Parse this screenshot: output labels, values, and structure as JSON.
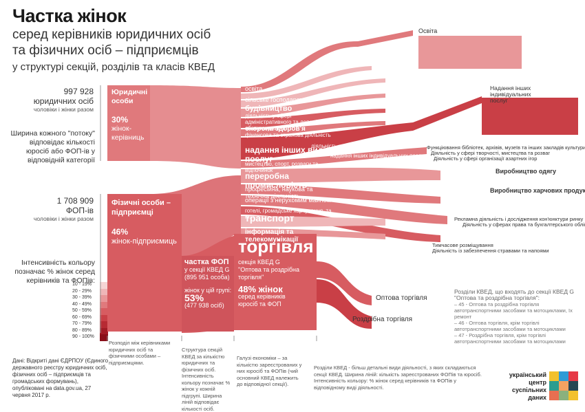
{
  "title": "Частка жінок",
  "subtitle_lines": [
    "серед керівників юридичних осіб",
    "та фізичних осіб – підприємців",
    "у структурі секцій, розділів та класів КВЕД"
  ],
  "legal": {
    "count": "997 928",
    "label": "юридичних осіб",
    "note": "чоловіки і жінки разом",
    "box_title": "Юридичні особи",
    "pct": "30%",
    "pct_text": "жінок-керівниць"
  },
  "width_note": "Ширина кожного \"потоку\" відповідає кількості юросіб або ФОП-ів у відповідній категорії",
  "fop": {
    "count": "1 708 909",
    "label": "ФОП-ів",
    "note": "чоловіки і жінки разом",
    "box_title": "Фізичні особи – підприємці",
    "pct": "46%",
    "pct_text": "жінок-підприємиць"
  },
  "color_legend": {
    "title": "Інтенсивність кольору позначає % жінок серед керівників та ФОПів:",
    "items": [
      {
        "label": "10 - 19%",
        "color": "#f6d4d4"
      },
      {
        "label": "20 - 29%",
        "color": "#efb6b8"
      },
      {
        "label": "30 - 39%",
        "color": "#e89799"
      },
      {
        "label": "40 - 49%",
        "color": "#e0797c"
      },
      {
        "label": "50 - 59%",
        "color": "#d75c61"
      },
      {
        "label": "60 - 69%",
        "color": "#c93f46"
      },
      {
        "label": "70 - 79%",
        "color": "#b72a33"
      },
      {
        "label": "80 - 89%",
        "color": "#a11b25"
      },
      {
        "label": "90 - 100%",
        "color": "#8a0f19"
      }
    ]
  },
  "fop_share": {
    "title": "частка ФОП",
    "line1": "у секції КВЕД G",
    "line2": "(895 951 особа)",
    "line3": "жінок у цій групі:",
    "pct": "53%",
    "line4": "(477 938 осіб)"
  },
  "trade": {
    "title": "торгівля",
    "line1": "секція КВЕД G",
    "line2": "\"Оптова та роздрібна торгівля\"",
    "pct": "48% жінок",
    "line3": "серед керівників",
    "line4": "юросіб та ФОП"
  },
  "sections": [
    {
      "label": "освіта",
      "color": "#e0797c"
    },
    {
      "label": "сільське господарство",
      "color": "#efb6b8"
    },
    {
      "label": "будівництво",
      "color": "#efb6b8"
    },
    {
      "label": "діяльність у сфері адміністративного та допоміжного обслуговування",
      "color": "#e89799"
    },
    {
      "label": "охорона здоров'я",
      "color": "#d75c61"
    },
    {
      "label": "фінансова та страхова діяльність",
      "color": "#e0797c"
    },
    {
      "label": "надання інших видів послуг",
      "color": "#c93f46"
    },
    {
      "label": "мистецтво, спорт, розваги та відпочинок",
      "color": "#e0797c"
    },
    {
      "label": "переробна промисловість",
      "color": "#e89799"
    },
    {
      "label": "професійна, наукова та технічна діяльність",
      "color": "#e0797c"
    },
    {
      "label": "операції з нерухомим майном",
      "color": "#e0797c"
    },
    {
      "label": "готелі, громадське харчування, та ін.",
      "color": "#d75c61"
    },
    {
      "label": "транспорт",
      "color": "#efb6b8"
    },
    {
      "label": "інформація та телекомунікації",
      "color": "#e89799"
    }
  ],
  "education_box": {
    "title": "Освіта"
  },
  "services_box": {
    "title": "Надання інших індивідуальних послуг"
  },
  "right_labels": [
    {
      "label": "Функціювання бібліотек, архівів, музеїв та інших закладів культури"
    },
    {
      "label": "Діяльність у сфері творчості, мистецтва та розваг"
    },
    {
      "label": "Діяльність у сфері організації азартних ігор"
    },
    {
      "label": "Виробництво одягу"
    },
    {
      "label": "Виробництво харчових продуктів"
    },
    {
      "label": "Рекламна діяльність і дослідження кон'юнктури ринку"
    },
    {
      "label": "Діяльність у сферах права та бухгалтерського обліку"
    },
    {
      "label": "Тимчасове розміщування"
    },
    {
      "label": "Діяльність із забезпечення стравами та напоями"
    }
  ],
  "sub_labels": [
    {
      "label": "діяльність громадських організацій"
    },
    {
      "label": "надання інших індивідуальних послуг"
    }
  ],
  "wholesale": "Оптова торгівля",
  "retail": "Роздрібна торгівля",
  "kved_note": {
    "title": "Розділи КВЕД, що входять до секції КВЕД G \"Оптова та роздрібна торгівля\":",
    "items": [
      "– 45 - Оптова та роздрібна торгівля автотранспортними засобами та мотоциклами, їх ремонт",
      "– 46 - Оптова торгівля, крім торгівлі автотранспортними засобами та мотоциклами",
      "– 47 - Роздрібна торгівля, крім торгівлі автотранспортними засобами та мотоциклами"
    ]
  },
  "notes": [
    "Розподіл між керівниками юридичних осіб та фізичними особами – підприємцями.",
    "Структура секцій КВЕД за кількістю юридичних та фізичних осіб. Інтенсивність кольору позначає % жінок у кожній підгрупі. Ширина ліній відповідає кількості осіб.",
    "Галузі економіки – за кількістю зареєстрованих у них юросіб та ФОПів (чий основний КВЕД належить до відповідної секції).",
    "Розділи КВЕД - більш детальні види діяльності, з яких складаються секції КВЕД. Ширина ліній: кількість зареєстрованих ФОПів та юросіб. Інтенсивність кольору: % жінок серед керівників та ФОПів у відповідному виді діяльності."
  ],
  "source": "Дані: Відкриті дані ЄДРПОУ (Єдиного державного реєстру юридичних осіб, фізичних осіб – підприємців та громадських формувань), опубліковані на data.gov.ua, 27 червня 2017 р.",
  "logo": [
    "український",
    "центр",
    "суспільних",
    "даних"
  ]
}
